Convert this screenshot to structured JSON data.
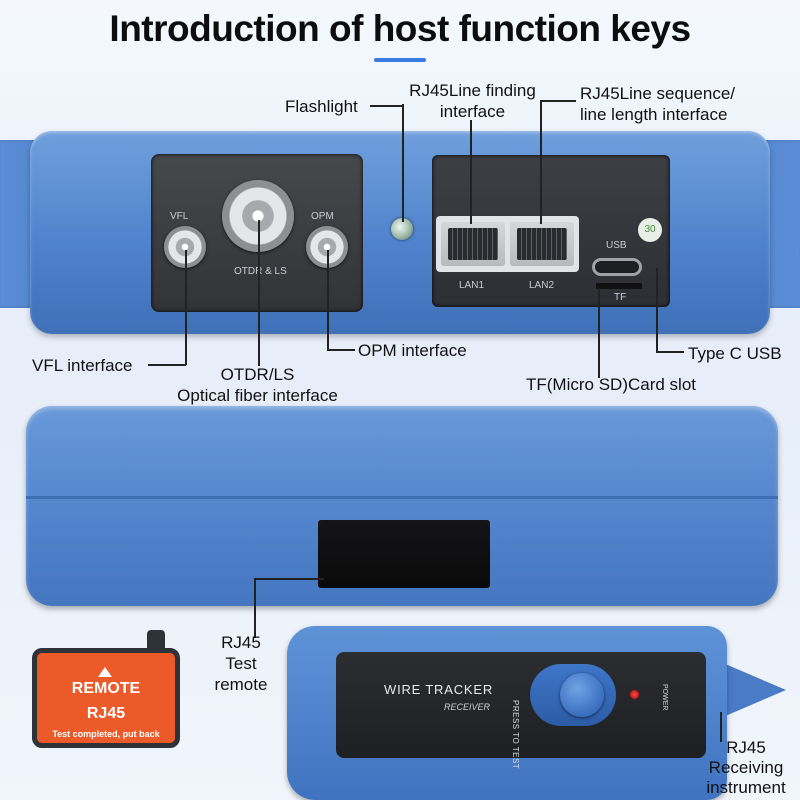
{
  "title": "Introduction of host function keys",
  "labels": {
    "flashlight": "Flashlight",
    "rj45_line_finding": [
      "RJ45Line finding",
      "interface"
    ],
    "rj45_line_sequence": [
      "RJ45Line sequence/",
      "line length interface"
    ],
    "vfl_interface": "VFL interface",
    "otdr_ls": [
      "OTDR/LS",
      "Optical fiber interface"
    ],
    "opm_interface": "OPM interface",
    "type_c_usb": "Type C USB",
    "tf_card_slot": "TF(Micro SD)Card slot",
    "rj45_test_remote": [
      "RJ45",
      "Test",
      "remote"
    ],
    "rj45_receiving_instrument": [
      "RJ45",
      "Receiving",
      "instrument"
    ]
  },
  "device": {
    "vfl": "VFL",
    "opm": "OPM",
    "otdr_ls": "OTDR & LS",
    "lan1": "LAN1",
    "lan2": "LAN2",
    "usb": "USB",
    "tf": "TF",
    "sticker": "30"
  },
  "remote": {
    "line1": "REMOTE",
    "line2": "RJ45",
    "line3": "Test completed, put back"
  },
  "receiver": {
    "brand": "WIRE   TRACKER",
    "sub": "RECEIVER",
    "press": "PRESS TO TEST",
    "power": "POWER"
  },
  "colors": {
    "device_blue": "#4f83cc",
    "panel_dark": "#323337",
    "remote_orange": "#ec5a2a",
    "accent": "#3c7be0"
  }
}
